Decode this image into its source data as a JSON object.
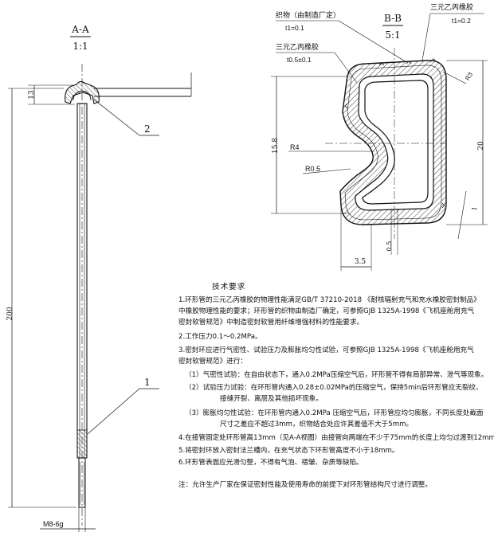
{
  "drawing": {
    "view_aa": {
      "title": "A-A",
      "scale": "1:1"
    },
    "view_bb": {
      "title": "B-B",
      "scale": "5:1"
    },
    "callouts": {
      "fabric": "织物（由制造厂定）",
      "fabric_t": "t1=0.1",
      "epdm_outer": "三元乙丙橡胶",
      "epdm_outer_t": "t1=0.2",
      "epdm_inner": "三元乙丙橡胶",
      "epdm_inner_t": "t0.5±0.1"
    },
    "dimensions": {
      "d13": "13",
      "d200": "200",
      "thread": "M8-6g",
      "part1": "1",
      "part2": "2",
      "d15_8": "15.8",
      "d20": "20",
      "d3_5": "3.5",
      "d0_5": "0.5",
      "d1": "1",
      "r4": "R4",
      "r05": "R0.5",
      "r3": "R3"
    }
  },
  "notes": {
    "title": "技术要求",
    "lines": [
      "1.环形管的三元乙丙橡胶的物理性能满足GB/T 37210-2018 《耐核辐射充气和充水橡胶密封制品》",
      "中橡胶物理性能的要求；环形管的织物由制造厂确定，可参照GJB 1325A-1998《飞机座舱用充气",
      "密封软管规范》中制造密封软管用纤维增强材料的性能要求。",
      "2.工作压力0.1～0.2MPa。",
      "3.密封环应进行气密性、试验压力及膨胀均匀性试验，可参照GJB 1325A-1998《飞机座舱用充气",
      "密封软管规范》进行：",
      "（1）气密性试验：在自由状态下，通入0.2MPa压缩空气后，环形管不得有局部异常、泄气等现象。",
      "（2）试验压力试验：在环形管内通入0.28±0.02MPa的压缩空气，保持5min后环形管应无裂纹、",
      "接缝开裂、离层及其他损坏现象。",
      "（3）膨胀均匀性试验：在环形管内通入0.2MPa  压缩空气后，环形管应均匀膨胀，不同长度处截面",
      "尺寸之差应不超过3mm，织物结合处应许其差值不大于5mm。",
      "4.在接管固定处环形管高13mm（见A-A视图）由接管向两端在不少于75mm的长度上均匀过渡到12mm。",
      "5.将密封环放入密封法兰槽内，在充气状态下环形管高度不小于18mm。",
      "6.环形管表面应光滑匀整，不得有气泡、褶皱、杂质等缺陷。",
      "注：允许生产厂家在保证密封性能及使用寿命的前提下对环形管结构尺寸进行调整。"
    ]
  }
}
